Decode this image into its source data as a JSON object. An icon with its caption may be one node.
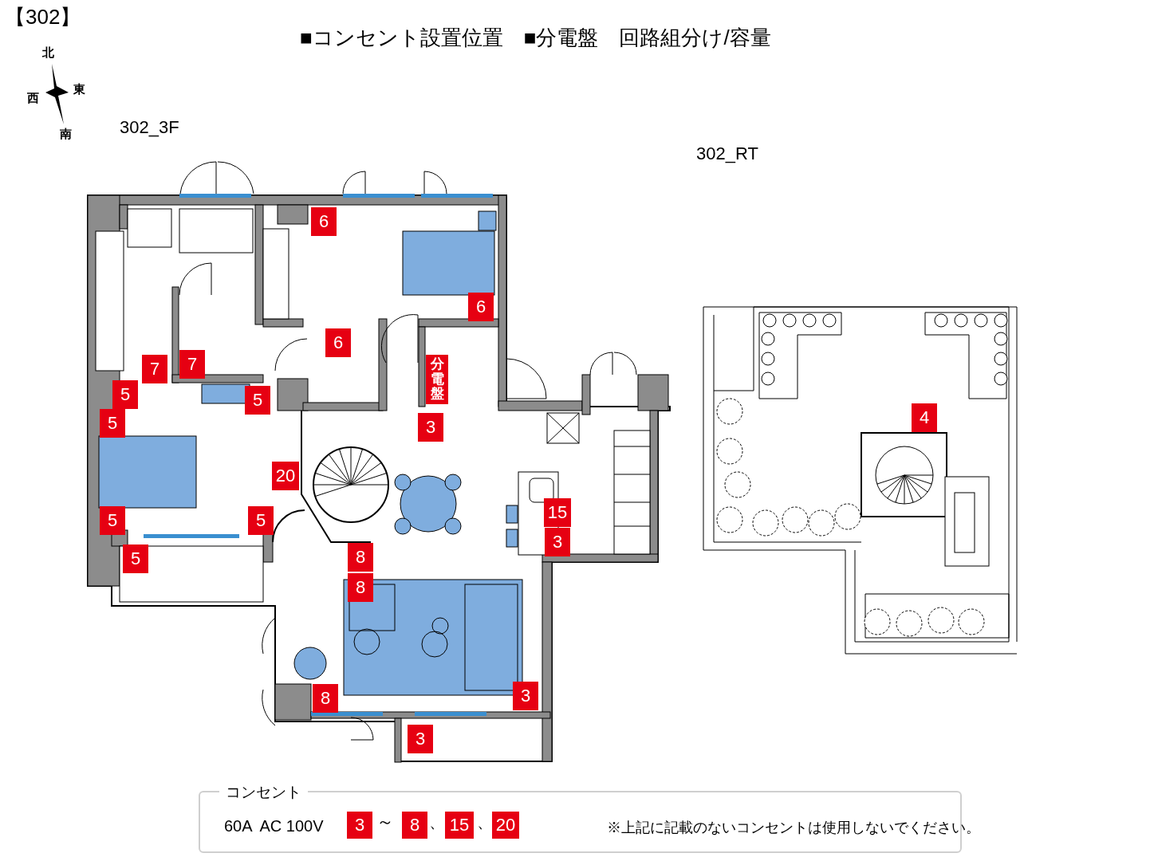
{
  "diagram": {
    "title": "■コンセント設置位置　■分電盤　回路組分け/容量",
    "nodes": [
      {
        "text": [
          "6"
        ]
      },
      {
        "text": [
          "6"
        ]
      },
      {
        "text": [
          "6"
        ]
      },
      {
        "text": [
          "分電盤"
        ]
      },
      {
        "text": [
          "7"
        ]
      },
      {
        "text": [
          "7"
        ]
      },
      {
        "text": [
          "5"
        ]
      },
      {
        "text": [
          "5"
        ]
      },
      {
        "text": [
          "5"
        ]
      },
      {
        "text": [
          "3"
        ]
      },
      {
        "text": [
          "4"
        ]
      },
      {
        "text": [
          "20"
        ]
      },
      {
        "text": [
          "15"
        ]
      },
      {
        "text": [
          "5"
        ]
      },
      {
        "text": [
          "5"
        ]
      },
      {
        "text": [
          "3"
        ]
      },
      {
        "text": [
          "5"
        ]
      },
      {
        "text": [
          "8"
        ]
      },
      {
        "text": [
          "8"
        ]
      },
      {
        "text": [
          "3"
        ]
      },
      {
        "text": [
          "8"
        ]
      },
      {
        "text": [
          "3"
        ]
      },
      {
        "text": [
          "コンセント",
          "60A  AC 100V",
          "※上記に記載のないコンセントは使用しないでください。"
        ]
      },
      {
        "text": [
          "3"
        ],
        "in": 22
      },
      {
        "text": [
          "8"
        ],
        "in": 22
      },
      {
        "text": [
          "15"
        ],
        "in": 22
      },
      {
        "text": [
          "20"
        ],
        "in": 22
      }
    ],
    "labels": [
      "【302】",
      "北",
      "東",
      "西",
      "南",
      "302_3F",
      "302_RT",
      "～",
      "、",
      "、"
    ]
  }
}
